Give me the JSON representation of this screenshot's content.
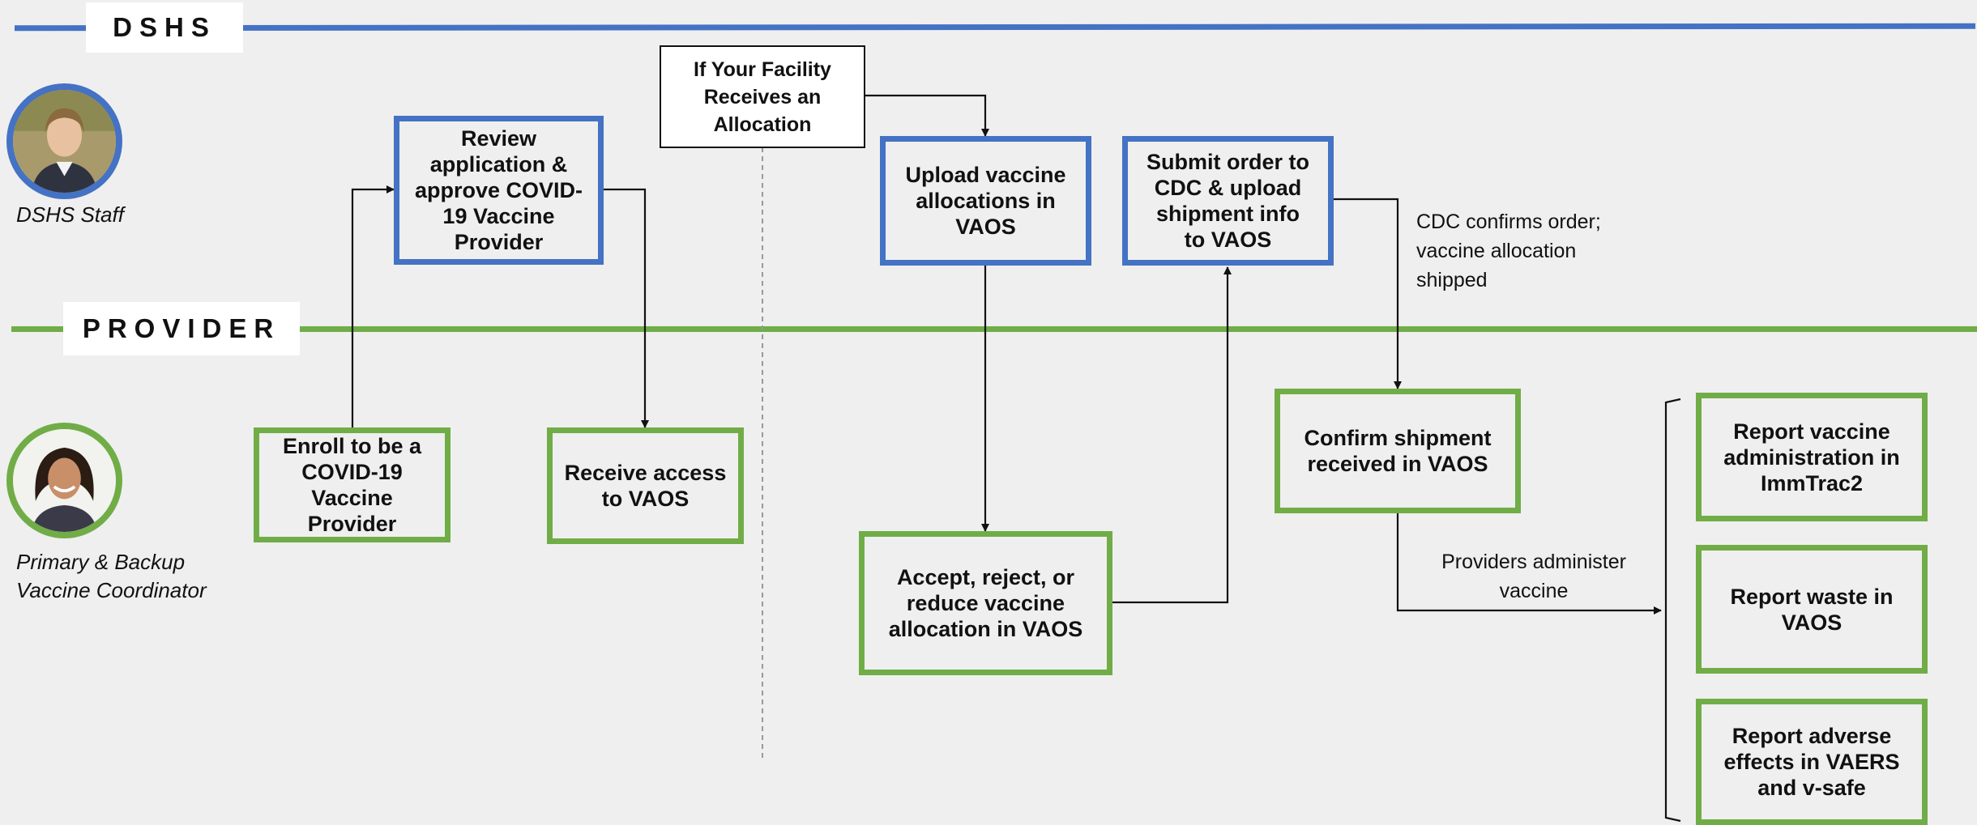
{
  "lanes": {
    "dshs": {
      "label": "DSHS",
      "role": "DSHS Staff",
      "color": "#4472c4"
    },
    "provider": {
      "label": "PROVIDER",
      "role": "Primary & Backup\nVaccine Coordinator",
      "color": "#70ad47"
    }
  },
  "steps": {
    "review": "Review\napplication &\napprove COVID-\n19 Vaccine\nProvider",
    "allocation_note": "If Your Facility\nReceives an\nAllocation",
    "upload": "Upload vaccine\nallocations in\nVAOS",
    "submit": "Submit order to\nCDC & upload\nshipment info\nto VAOS",
    "enroll": "Enroll to be a\nCOVID-19\nVaccine\nProvider",
    "receive_access": "Receive access\nto VAOS",
    "accept": "Accept, reject, or\nreduce vaccine\nallocation in VAOS",
    "confirm": "Confirm shipment\nreceived in VAOS",
    "report_admin": "Report vaccine\nadministration in\nImmTrac2",
    "report_waste": "Report waste in\nVAOS",
    "report_adverse": "Report adverse\neffects in VAERS\nand v-safe"
  },
  "captions": {
    "cdc_confirms": "CDC confirms order;\nvaccine allocation\nshipped",
    "providers_administer": "Providers administer\nvaccine"
  },
  "colors": {
    "dshs_blue": "#4472c4",
    "provider_green": "#70ad47",
    "background": "#efefef"
  }
}
